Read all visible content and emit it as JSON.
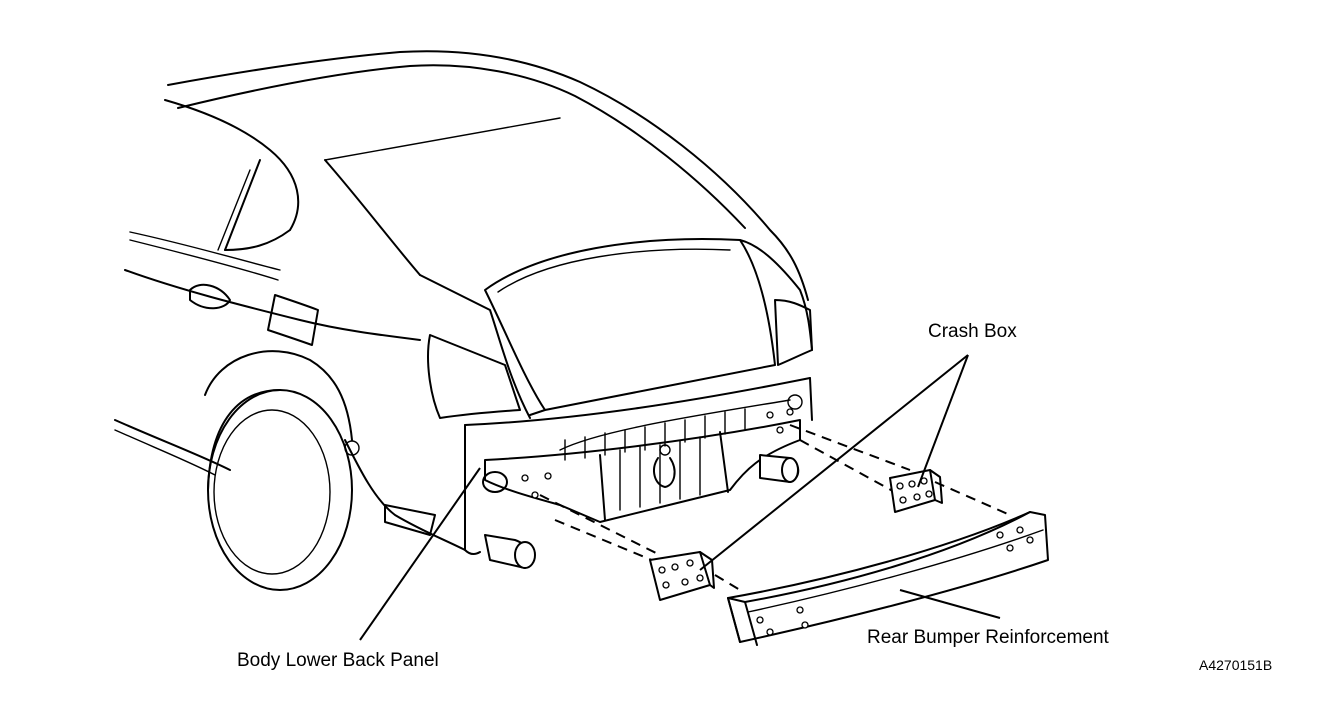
{
  "labels": {
    "crash_box": "Crash Box",
    "body_lower_back_panel": "Body Lower Back Panel",
    "rear_bumper_reinforcement": "Rear Bumper Reinforcement"
  },
  "figure_id": "A4270151B",
  "colors": {
    "line": "#000000",
    "background": "#ffffff"
  }
}
